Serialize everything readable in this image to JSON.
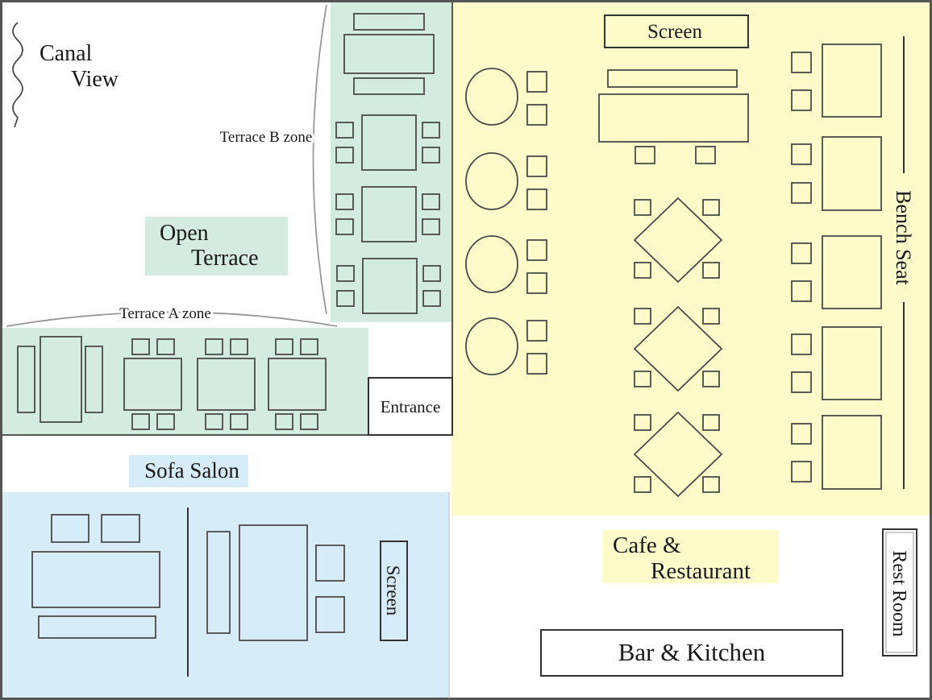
{
  "labels": {
    "canal_line1": "Canal",
    "canal_line2": "View",
    "terrace_b_zone": "Terrace B zone",
    "terrace_a_zone": "Terrace A zone",
    "open_terrace_line1": "Open",
    "open_terrace_line2": "Terrace",
    "entrance": "Entrance",
    "sofa_salon": "Sofa Salon",
    "screen_top": "Screen",
    "screen_sofa": "Screen",
    "bench_seat": "Bench Seat",
    "cafe_line1": "Cafe &",
    "cafe_line2": "Restaurant",
    "bar_kitchen": "Bar & Kitchen",
    "rest_room": "Rest Room"
  },
  "colors": {
    "terrace_green": "#d3ebe0",
    "sofa_blue": "#d6ecf7",
    "cafe_yellow": "#fefbcb",
    "outline": "#4a4a4a",
    "text": "#1a1a1a"
  }
}
